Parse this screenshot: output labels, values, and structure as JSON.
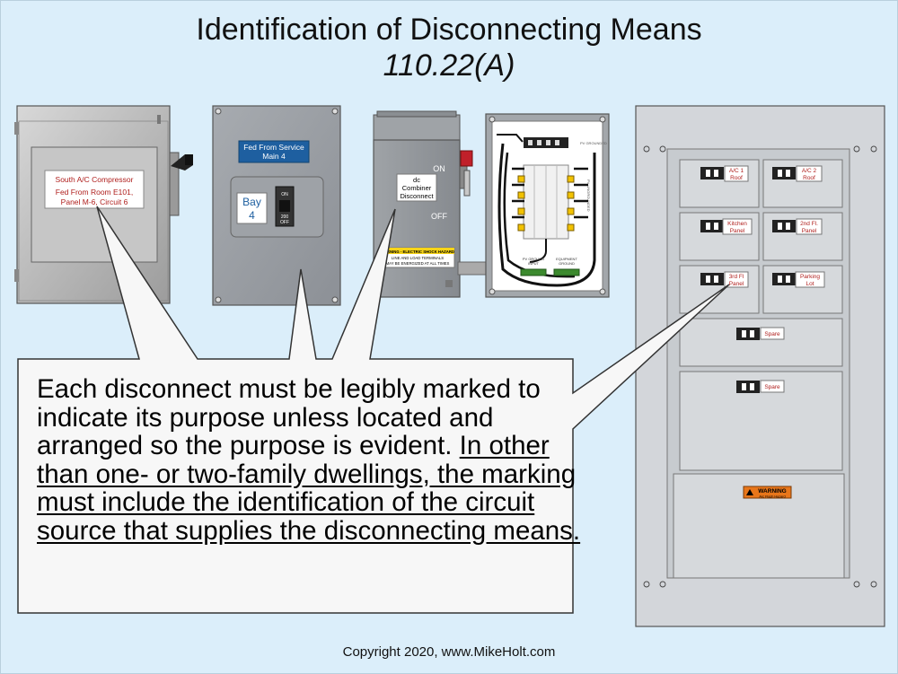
{
  "header": {
    "title": "Identification of Disconnecting Means",
    "subtitle": "110.22(A)"
  },
  "disconnect_1": {
    "label_line1": "South A/C Compressor",
    "label_line2": "Fed From Room E101,",
    "label_line3": "Panel M-6, Circuit 6"
  },
  "disconnect_2": {
    "fed_line1": "Fed From Service",
    "fed_line2": "Main 4",
    "bay_line1": "Bay",
    "bay_line2": "4",
    "switch_on": "ON",
    "switch_rating": "200",
    "switch_off": "OFF"
  },
  "disconnect_3": {
    "on_label": "ON",
    "off_label": "OFF",
    "label_line1": "dc",
    "label_line2": "Combiner",
    "label_line3": "Disconnect",
    "warning_line1": "WARNING - ELECTRIC SHOCK HAZARD",
    "warning_line2": "LINE AND LOAD TERMINALS",
    "warning_line3": "MAY BE ENERGIZED AT ALL TIMES"
  },
  "combiner_box": {
    "pv_ground_1": "PV GROUND",
    "pv_ground_2": "INPUT",
    "equip_ground_1": "EQUIPMENT",
    "equip_ground_2": "GROUND",
    "pv_grounded": "PV GROUNDED",
    "pv_ungrounded": "PV UNGROUNDED"
  },
  "panelboard": {
    "breakers": [
      {
        "line1": "A/C 1",
        "line2": "Roof"
      },
      {
        "line1": "A/C 2",
        "line2": "Roof"
      },
      {
        "line1": "Kitchen",
        "line2": "Panel"
      },
      {
        "line1": "2nd Fl.",
        "line2": "Panel"
      },
      {
        "line1": "3rd Fl",
        "line2": "Panel"
      },
      {
        "line1": "Parking",
        "line2": "Lot"
      }
    ],
    "spare_1": "Spare",
    "spare_2": "Spare",
    "warning_title": "WARNING",
    "warning_sub": "Arc Flash Hazard"
  },
  "callout": {
    "text_plain": "Each disconnect must be legibly marked to indicate its purpose unless located and arranged so the purpose is evident. ",
    "text_underlined": "In other than one- or two-family dwellings, the marking must include the identification of the circuit source that supplies the disconnecting means."
  },
  "footer": {
    "copyright": "Copyright 2020, www.MikeHolt.com"
  },
  "colors": {
    "background": "#dbeefa",
    "label_red": "#b0201e",
    "blue_label": "#1e5fa0",
    "warning_orange": "#e8761a",
    "warning_yellow": "#f7d417"
  }
}
